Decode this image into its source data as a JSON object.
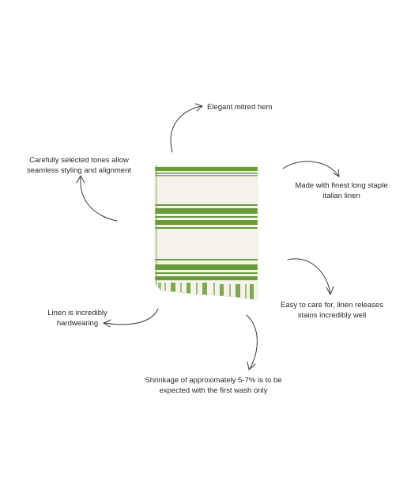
{
  "callouts": {
    "mitred_hem": {
      "lines": [
        "Elegant mitred hem"
      ]
    },
    "tones": {
      "lines": [
        "Carefully selected tones allow",
        "seamless styling and alignment"
      ]
    },
    "linen_quality": {
      "lines": [
        "Made with finest long staple",
        "italian linen"
      ]
    },
    "easy_care": {
      "lines": [
        "Easy to care for, linen releases",
        "stains incredibly well"
      ]
    },
    "hardwearing": {
      "lines": [
        "Linen is incredibly",
        "hardwearing"
      ]
    },
    "shrinkage": {
      "lines": [
        "Shrinkage of approximately 5-7% is to be",
        "expected with the first wash only"
      ]
    }
  },
  "colors": {
    "stripe_green": "#6a9a3a",
    "fabric": "#f4f2ea",
    "ink": "#2a2a2a"
  }
}
